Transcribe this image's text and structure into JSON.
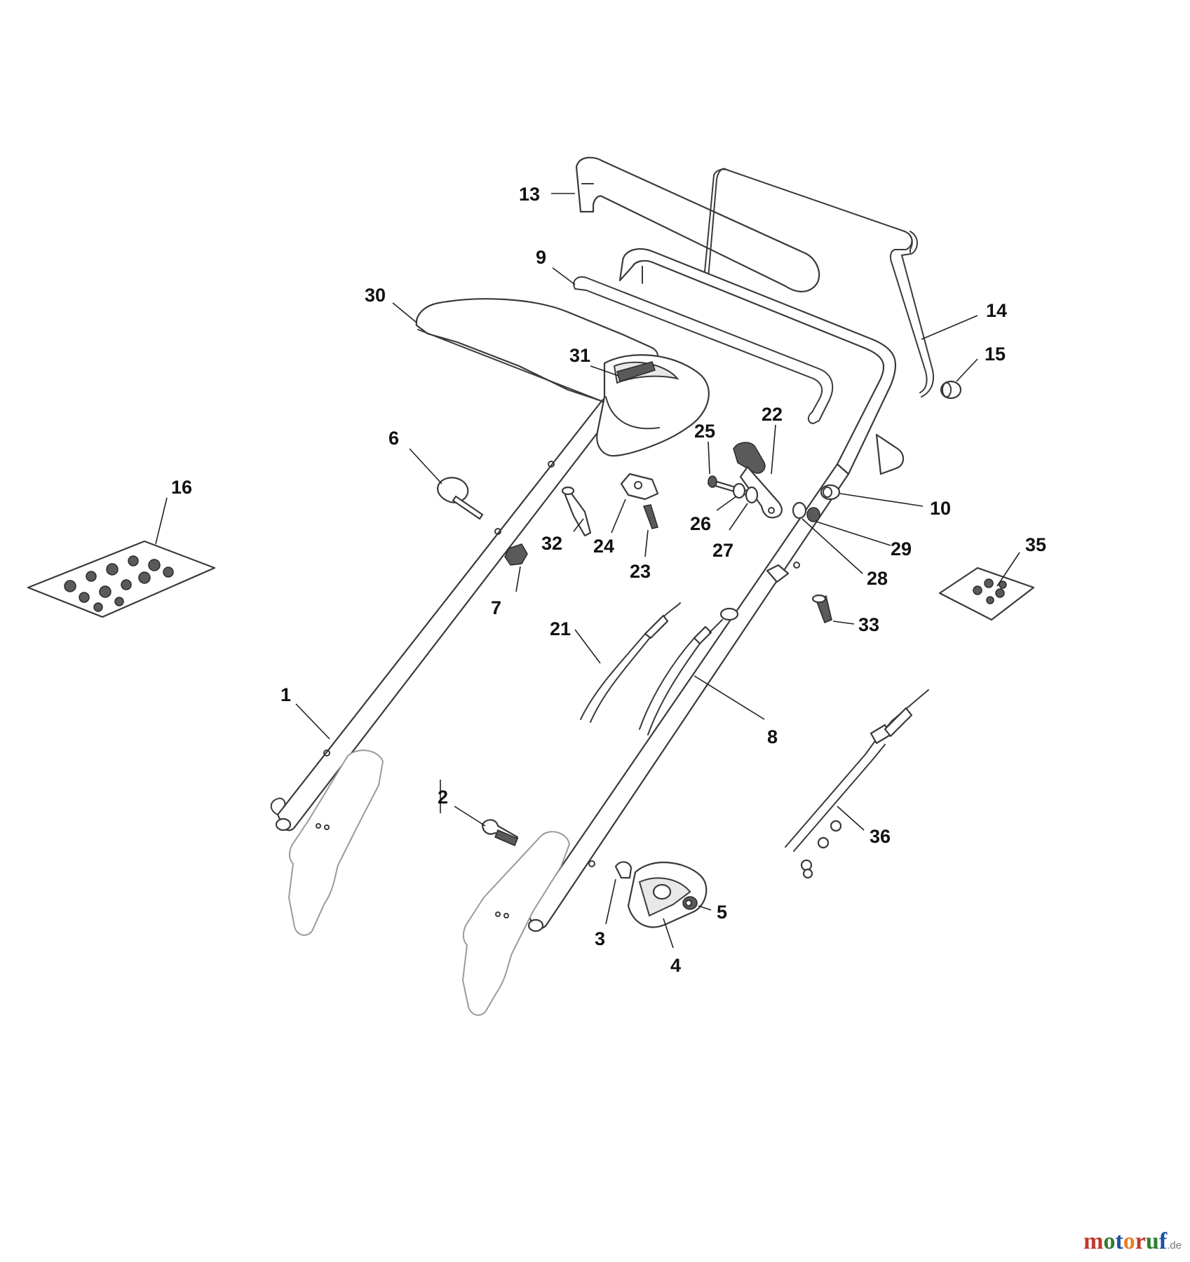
{
  "callouts": [
    {
      "id": "13",
      "text": "13"
    },
    {
      "id": "9",
      "text": "9"
    },
    {
      "id": "30",
      "text": "30"
    },
    {
      "id": "14",
      "text": "14"
    },
    {
      "id": "15",
      "text": "15"
    },
    {
      "id": "31",
      "text": "31"
    },
    {
      "id": "22",
      "text": "22"
    },
    {
      "id": "25",
      "text": "25"
    },
    {
      "id": "6",
      "text": "6"
    },
    {
      "id": "16",
      "text": "16"
    },
    {
      "id": "10",
      "text": "10"
    },
    {
      "id": "26",
      "text": "26"
    },
    {
      "id": "32",
      "text": "32"
    },
    {
      "id": "24",
      "text": "24"
    },
    {
      "id": "27",
      "text": "27"
    },
    {
      "id": "29",
      "text": "29"
    },
    {
      "id": "35",
      "text": "35"
    },
    {
      "id": "23",
      "text": "23"
    },
    {
      "id": "28",
      "text": "28"
    },
    {
      "id": "7",
      "text": "7"
    },
    {
      "id": "21",
      "text": "21"
    },
    {
      "id": "33",
      "text": "33"
    },
    {
      "id": "1",
      "text": "1"
    },
    {
      "id": "8",
      "text": "8"
    },
    {
      "id": "2",
      "text": "2"
    },
    {
      "id": "36",
      "text": "36"
    },
    {
      "id": "5",
      "text": "5"
    },
    {
      "id": "3",
      "text": "3"
    },
    {
      "id": "4",
      "text": "4"
    }
  ],
  "watermark": {
    "name": "motoruf",
    "suffix": ".de"
  },
  "colors": {
    "line": "#3a3a3a",
    "text": "#111111",
    "logo_colors": [
      "#c0392b",
      "#2e7d32",
      "#1f4fa0",
      "#e67e22"
    ]
  }
}
